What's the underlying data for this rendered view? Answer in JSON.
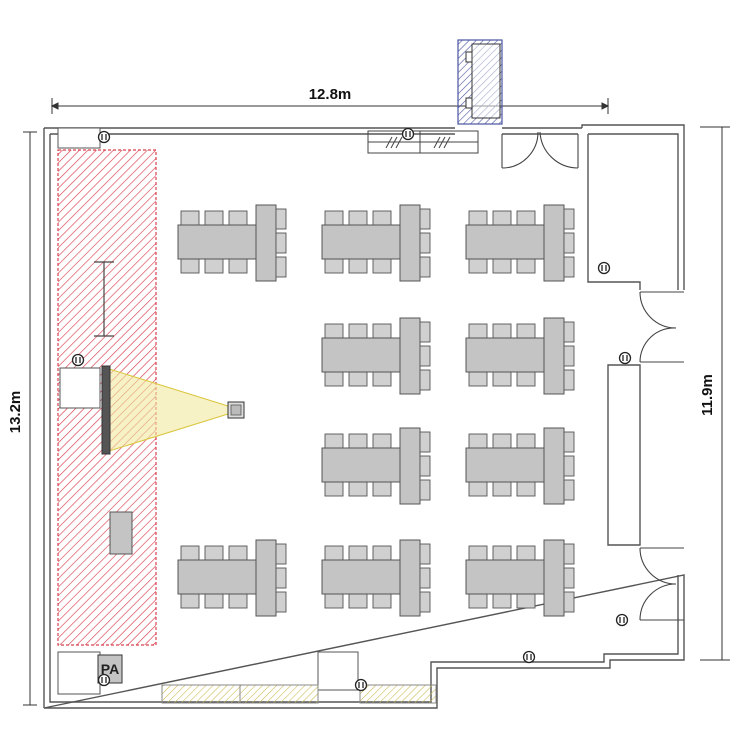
{
  "dimensions": {
    "top_width": "12.8m",
    "left_height": "13.2m",
    "right_height": "11.9m"
  },
  "labels": {
    "pa_box": "PA"
  },
  "colors": {
    "wall": "#555555",
    "table_fill": "#c4c4c4",
    "table_stroke": "#555555",
    "stage_hatch": "#d9404f",
    "screen_hatch": "#e8d64a",
    "entrance_hatch": "#4a55a0",
    "counter_hatch": "#c9b94a"
  },
  "legend_icons": [
    "outlet-icon",
    "projector-icon",
    "door-icon",
    "window-icon"
  ]
}
